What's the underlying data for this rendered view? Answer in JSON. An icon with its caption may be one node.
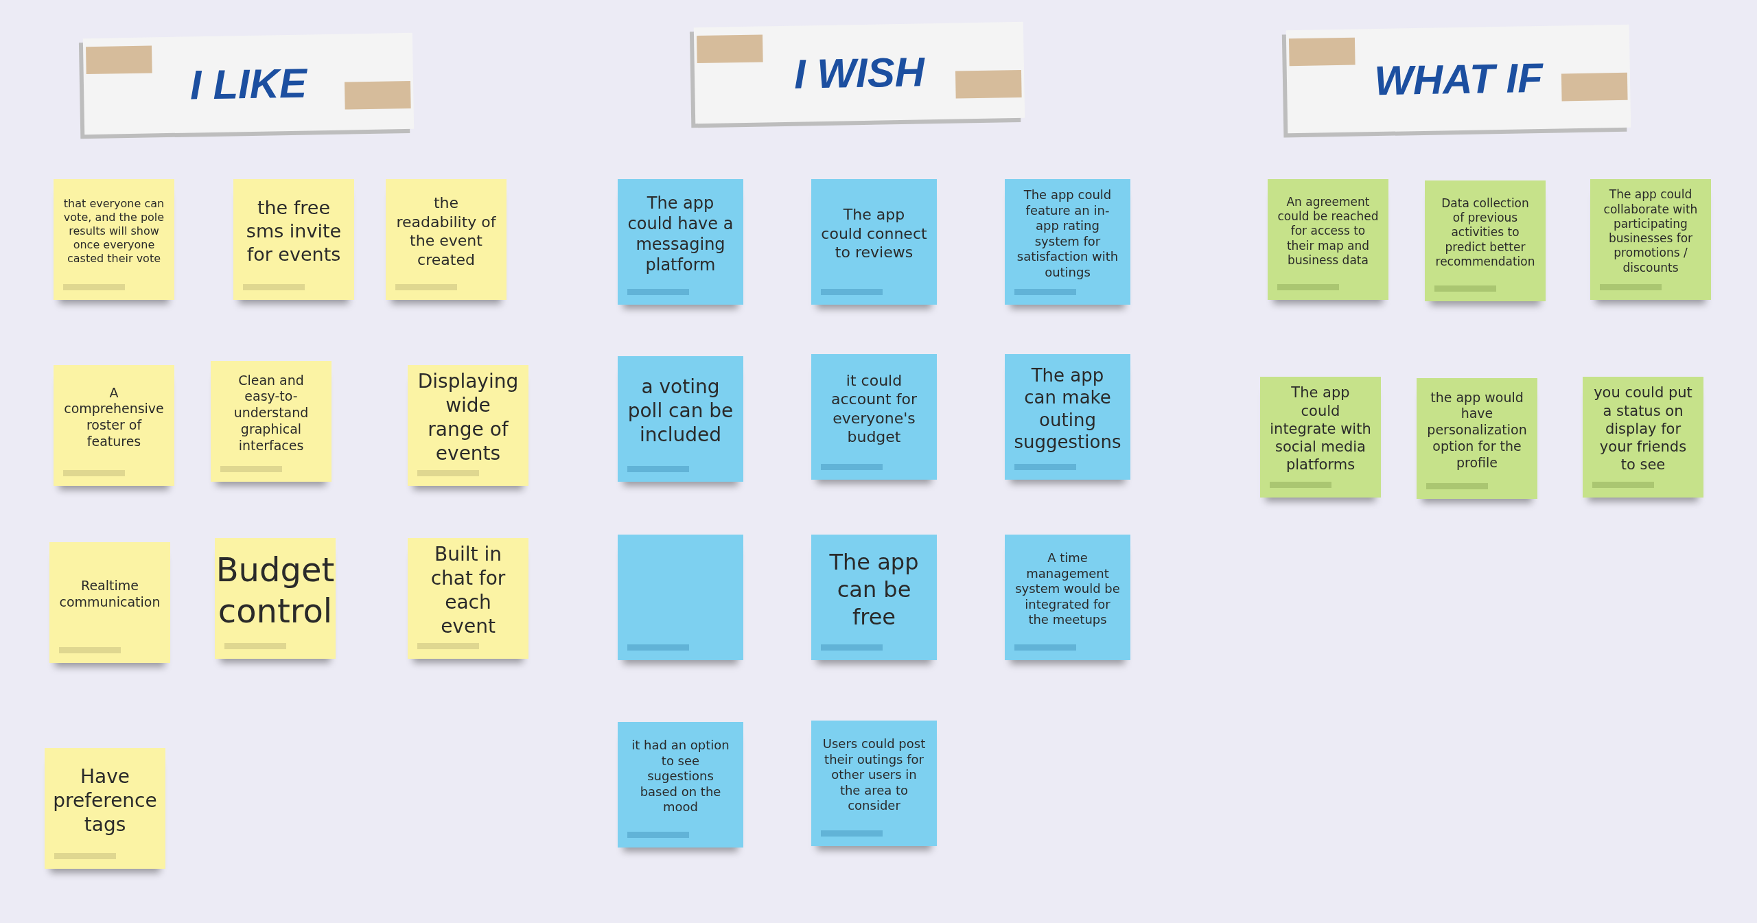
{
  "diagram": {
    "nodes": [
      {
        "text": [
          "I LIKE"
        ]
      },
      {
        "text": [
          "that everyone can vote, and the pole results will show once everyone casted their vote"
        ]
      },
      {
        "text": [
          "the free sms invite for events"
        ]
      },
      {
        "text": [
          "the readability of the event created"
        ]
      },
      {
        "text": [
          "A comprehensive roster of features"
        ]
      },
      {
        "text": [
          "Clean and easy-to-understand graphical interfaces"
        ]
      },
      {
        "text": [
          "Displaying wide range of events"
        ]
      },
      {
        "text": [
          "Realtime communication"
        ]
      },
      {
        "text": [
          "Budget control"
        ]
      },
      {
        "text": [
          "Built in chat for each event"
        ]
      },
      {
        "text": [
          "Have preference tags"
        ]
      },
      {
        "text": [
          "I WISH"
        ]
      },
      {
        "text": [
          "The app could have a messaging platform"
        ]
      },
      {
        "text": [
          "The app could connect to reviews"
        ]
      },
      {
        "text": [
          "The app could feature an in-app rating system for satisfaction with outings"
        ]
      },
      {
        "text": [
          "a voting poll can be included"
        ]
      },
      {
        "text": [
          "it could account for everyone's budget"
        ]
      },
      {
        "text": [
          "The app can make outing suggestions"
        ]
      },
      {
        "text": [],
        "shape": "box"
      },
      {
        "text": [
          "The app can be free"
        ]
      },
      {
        "text": [
          "A time management system would be integrated for the meetups"
        ]
      },
      {
        "text": [
          "it had an option to see sugestions based on the mood"
        ]
      },
      {
        "text": [
          "Users could post their outings for other users in the area to consider"
        ]
      },
      {
        "text": [
          "WHAT IF"
        ]
      },
      {
        "text": [
          "An agreement could be reached for access to their map and business data"
        ]
      },
      {
        "text": [
          "Data collection of previous activities to predict better recommendation"
        ]
      },
      {
        "text": [
          "The app could collaborate with participating businesses for promotions / discounts"
        ]
      },
      {
        "text": [
          "The app could integrate with social media platforms"
        ]
      },
      {
        "text": [
          "the app would have personalization option for the profile"
        ]
      },
      {
        "text": [
          "you could put a status on display for your friends to see"
        ]
      }
    ]
  }
}
